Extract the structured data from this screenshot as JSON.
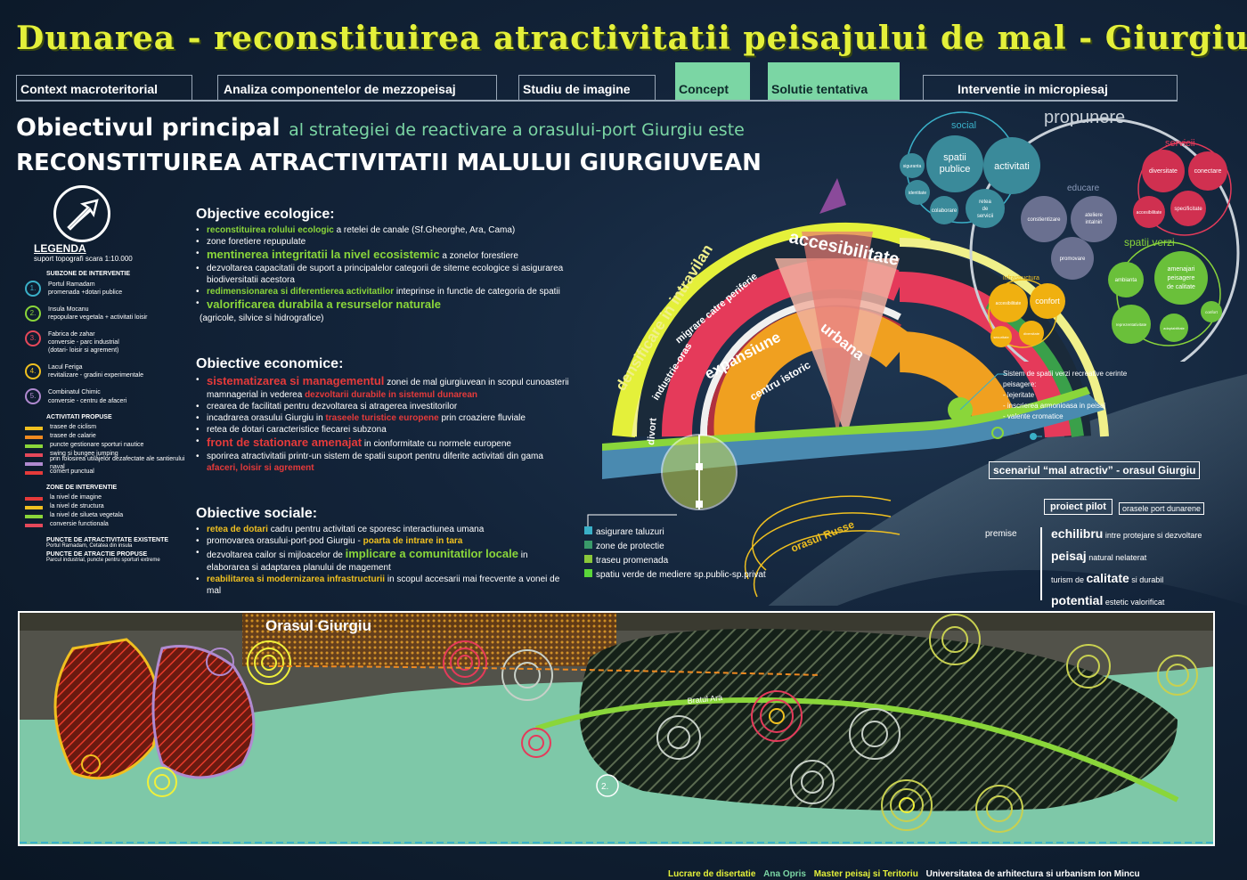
{
  "title": "Dunarea - reconstituirea atractivitatii peisajului de mal - Giurgiu",
  "tabs": [
    {
      "label": "Context macroteritorial"
    },
    {
      "label": "Analiza componentelor de mezzopeisaj"
    },
    {
      "label": "Studiu de imagine"
    },
    {
      "label": "Concept"
    },
    {
      "label": "Solutie tentativa"
    },
    {
      "label": "Interventie in micropiesaj"
    }
  ],
  "heading": {
    "main": "Obiectivul principal",
    "sub": "al strategiei de reactivare a orasului-port Giurgiu este",
    "big": "RECONSTITUIREA ATRACTIVITATII MALULUI GIURGIUVEAN"
  },
  "legend": {
    "title": "LEGENDA",
    "scale": "suport topografi scara 1:10.000",
    "subzones_head": "SUBZONE DE INTERVENTIE",
    "zones": [
      {
        "num": "1.",
        "color": "#3ab0c8",
        "text": "Portul Ramadam\npromenada +dotari publice"
      },
      {
        "num": "2.",
        "color": "#8ad63a",
        "text": "Insula Mocanu\nrepopulare vegetala + activitati loisir"
      },
      {
        "num": "3.",
        "color": "#e5485a",
        "text": "Fabrica de zahar\nconversie - parc industrial\n(dotari- loisir si agrement)"
      },
      {
        "num": "4.",
        "color": "#f0c020",
        "text": "Lacul Feriga\nrevitalizare - gradini experimentale"
      },
      {
        "num": "5.",
        "color": "#b08ad0",
        "text": "Combinatul Chimic\nconversie - centru de afaceri"
      }
    ],
    "activities_head": "ACTIVITATI PROPUSE",
    "activities": [
      {
        "label": "trasee de ciclism",
        "color": "#f0c020"
      },
      {
        "label": "trasee de calarie",
        "color": "#f08a20"
      },
      {
        "label": "puncte gestionare sporturi nautice",
        "color": "#8ad63a"
      },
      {
        "label": "swing si bungee jumping",
        "color": "#e5485a"
      },
      {
        "label": "prin folosirea utilajelor dezafectate ale santierului naval",
        "color": "#b08ad0"
      },
      {
        "label": "comert punctual",
        "color": "#e53a3a"
      }
    ],
    "interv_head": "ZONE DE INTERVENTIE",
    "interv": [
      {
        "label": "la nivel de imagine",
        "color": "#e53a3a"
      },
      {
        "label": "la nivel de structura",
        "color": "#f0c020"
      },
      {
        "label": "la nivel de silueta vegetala",
        "color": "#8ad63a"
      },
      {
        "label": "conversie functionala",
        "color": "#e5485a"
      }
    ],
    "points_head": "PUNCTE DE ATRACTIVITATE EXISTENTE",
    "points_text": "Portul Ramadam, Cetatea din insula",
    "proposed_head": "PUNCTE DE ATRACTIE PROPUSE",
    "proposed_text": "Parcul industrial, puncte pentru sporturi extreme"
  },
  "objectives": {
    "eco_title": "Objective ecologice:",
    "eco": [
      {
        "hl": "reconstituirea rolului ecologic",
        "rest": " a retelei de canale (Sf.Gheorghe, Ara, Cama)",
        "cls": "g"
      },
      {
        "hl": "",
        "rest": "zone foretiere repupulate",
        "cls": ""
      },
      {
        "hl": "mentinerea integritatii la nivel ecosistemic",
        "rest": " a zonelor forestiere",
        "cls": "g big"
      },
      {
        "hl": "",
        "rest": "dezvoltarea capacitatii de suport a principalelor categorii de siteme ecologice si asigurarea biodiversitatii acestora",
        "cls": ""
      },
      {
        "hl": "redimensionarea si diferentierea activitatilor",
        "rest": " inteprinse in functie de categoria de spatii",
        "cls": "g"
      },
      {
        "hl": "valorificarea durabila a resurselor naturale",
        "rest": "",
        "cls": "g big"
      }
    ],
    "eco_note": "(agricole, silvice si hidrografice)",
    "econ_title": "Obiective economice:",
    "econ": [
      {
        "hl": "sistematizarea si managementul",
        "rest": " zonei de mal giurgiuvean in scopul cunoasterii mamnagerial in vederea ",
        "hl2": "dezvoltarii durabile in sistemul dunarean",
        "cls": "r big"
      },
      {
        "hl": "",
        "rest": "crearea de facilitati pentru dezvoltarea si atragerea investitorilor",
        "hl2": "",
        "cls": ""
      },
      {
        "hl": "",
        "rest": "incadrarea orasului Giurgiu in ",
        "hl2": "traseele turistice europene",
        "rest2": " prin croaziere fluviale",
        "cls": ""
      },
      {
        "hl": "",
        "rest": "retea de dotari caracteristice fiecarei subzona",
        "hl2": "",
        "cls": ""
      },
      {
        "hl": "front de stationare amenajat",
        "rest": " in cionformitate cu normele europene",
        "hl2": "",
        "cls": "r big"
      },
      {
        "hl": "",
        "rest": "sporirea atractivitatii printr-un sistem de spatii suport pentru diferite activitati din gama ",
        "hl2": "afaceri, loisir si agrement",
        "cls": ""
      }
    ],
    "soc_title": "Obiective sociale:",
    "soc": [
      {
        "hl": "retea de dotari",
        "rest": " cadru pentru activitati ce sporesc interactiunea umana",
        "cls": "y"
      },
      {
        "hl": "",
        "rest": "promovarea orasului-port-pod Giurgiu - ",
        "hl2": "poarta de intrare in tara",
        "cls": ""
      },
      {
        "hl": "",
        "rest": "dezvoltarea cailor si mijloacelor de ",
        "hl2": "implicare a comunitatilor locale",
        "rest2": " in elaborarea si adaptarea planului de magement",
        "cls": ""
      },
      {
        "hl": "reabilitarea si modernizarea infrastructurii",
        "rest": " in scopul accesarii mai frecvente a vonei de mal",
        "cls": "y"
      }
    ]
  },
  "diagram": {
    "labels": {
      "accesibilitate": "accesibilitate",
      "densificare": "densificare in intravilan",
      "industrie": "industrie-oras",
      "migrare": "migrare catre periferie",
      "divort": "divort",
      "expansiune": "expansiune",
      "urbana": "urbana",
      "centru": "centru istoric",
      "russe": "orasul Russe"
    },
    "legend": [
      {
        "label": "asigurare taluzuri",
        "color": "#3ab0c8"
      },
      {
        "label": "zone de protectie",
        "color": "#3a9a6a"
      },
      {
        "label": "traseu promenada",
        "color": "#8ac83a"
      },
      {
        "label": "spatiu verde de mediere sp.public-sp.privat",
        "color": "#5ad63a"
      }
    ],
    "green_note": {
      "title": "Sistem de spatii verzi recreative cerinte peisagere:",
      "items": [
        "- lejeritate",
        "- inscrierea armonioasa in peisaj",
        "- valente cromatice"
      ]
    },
    "scenario": "scenariul “mal atractiv” - orasul Giurgiu",
    "pilot": "proiect pilot",
    "port": "orasele port dunarene",
    "premise": "premise",
    "premises": [
      {
        "big": "echilibru",
        "small": "intre protejare si dezvoltare"
      },
      {
        "big": "peisaj",
        "small": "natural nelaterat"
      },
      {
        "pre": "turism de ",
        "big": "calitate",
        "small": "si durabil"
      },
      {
        "big": "potential",
        "small": "estetic valorificat"
      }
    ]
  },
  "bubbles": {
    "propunere": "propunere",
    "social": "social",
    "spatii": "spatii publice",
    "activitati": "activitati",
    "siguranta": "siguranta",
    "identitate": "identitate",
    "colaborare": "colaborare",
    "retea": "retea de servicii",
    "educare": "educare",
    "constientizare": "constientizare",
    "ateliere": "ateliere intalniri",
    "promovare": "promovare",
    "servicii": "servicii",
    "diversitate": "diversitate",
    "conectare": "conectare",
    "accesibilitate": "accesibilitate",
    "specificitate": "specificitate",
    "infrastructura": "infrastructura",
    "accesibilitate2": "accesibilitate",
    "confort": "confort",
    "securitate": "securitate",
    "diversitate2": "diversitate",
    "spatii_verzi": "spatii verzi",
    "ambianta": "ambianta",
    "amenajari": "amenajari peisagere de calitate",
    "reprezentativitate": "reprezentativitate",
    "adaptabilitate": "adaptabilitate",
    "confort2": "confort"
  },
  "map": {
    "city": "Orasul Giurgiu",
    "canal": "Bratul Ara",
    "zone2": "2."
  },
  "footer": {
    "a": "Lucrare de disertatie",
    "b": "Ana Opris",
    "c": "Master peisaj si Teritoriu",
    "d": "Universitatea de arhitectura si urbanism Ion Mincu"
  }
}
